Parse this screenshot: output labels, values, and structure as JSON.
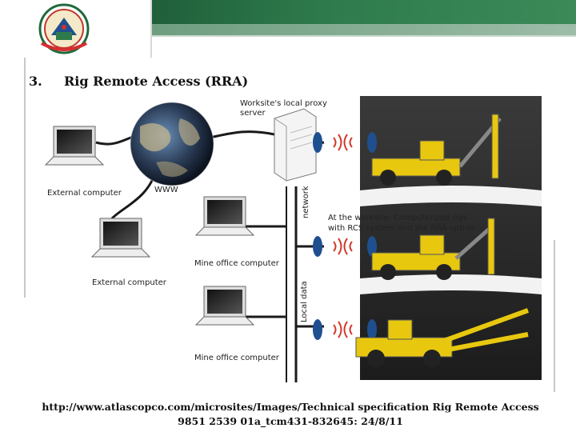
{
  "slide": {
    "item_number": "3.",
    "item_title": "Rig Remote Access (RRA)",
    "source_line1": "http://www.atlascopco.com/microsites/Images/Technical specification Rig Remote Access",
    "source_line2": "9851 2539 01a_tcm431-832645: 24/8/11"
  },
  "diagram": {
    "label_proxy_line1": "Worksite's local proxy",
    "label_proxy_line2": "server",
    "label_www": "WWW",
    "label_network": "network",
    "label_external_1": "External computer",
    "label_external_2": "External computer",
    "label_mine_office_1": "Mine office computer",
    "label_mine_office_2": "Mine office computer",
    "label_worksite_line1": "At the worksite: Computerized rigs",
    "label_worksite_line2": "with RCS system and the RRA option",
    "label_local_data": "Local data"
  },
  "colors": {
    "header_green": "#2e7a4c",
    "rig_yellow": "#e8c80f",
    "antenna_blue": "#1f4f8f",
    "signal_red": "#d23a2a",
    "tunnel_dark": "#2b2b2b"
  },
  "icons": [
    "university-logo",
    "globe-icon",
    "laptop-icon",
    "server-icon",
    "antenna-icon",
    "drill-rig-icon",
    "wireless-signal-icon"
  ]
}
